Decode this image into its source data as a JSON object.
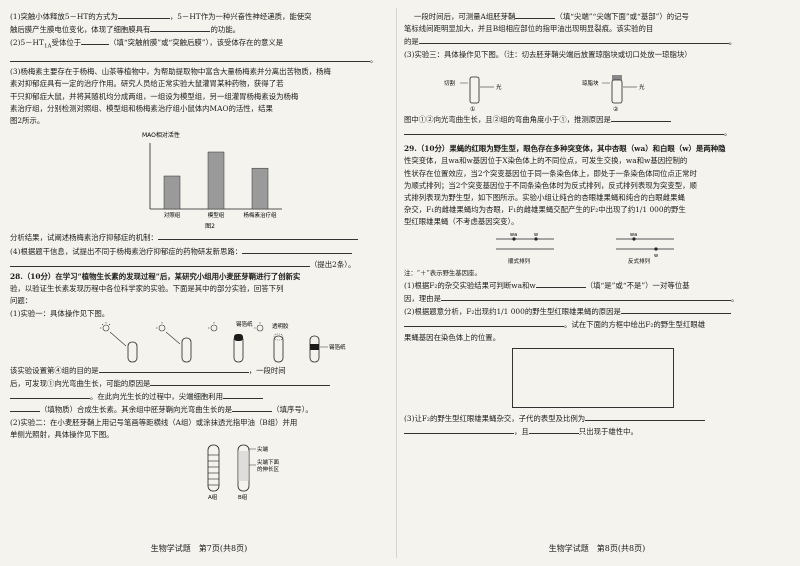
{
  "page7": {
    "q1": [
      "(1)突触小体释放5－HT的方式为",
      "，5－HT作为一种兴奋性神经递质，能使突",
      "触后膜产生膜电位变化，体现了细胞膜具有",
      "的功能。"
    ],
    "q2": [
      "(2)5－HT",
      "1A",
      "受体位于",
      "（填“突触前膜”或“突触后膜”），该受体存在的意义是",
      "。"
    ],
    "q3_lines": [
      "(3)杨梅素主要存在于杨梅、山茶等植物中，为帮助提取物中富含大量杨梅素并分离出苦物质，杨梅",
      "素对抑郁症具有一定的治疗作用。研究人员给正常实验大鼠灌胃某种药物，获得了若",
      "干只抑郁症大鼠，并将其随机均分成两组，一组设为模型组，另一组灌胃杨梅素设为杨梅",
      "素治疗组，分别检测对照组、模型组和杨梅素治疗组小鼠体内MAO的活性，结果",
      "图2所示。"
    ],
    "chart_ylabel": "MAO相对活性",
    "chart_categories": [
      "对照组",
      "模型组",
      "杨梅素治疗组"
    ],
    "chart_caption": "图2",
    "q3_analysis": "分析结果，试阐述杨梅素治疗抑郁症的机制：",
    "q4": [
      "(4)根据题干信息，试提出不同于杨梅素治疗抑郁症的药物研发新思路：",
      "（提出2条）。"
    ],
    "q28_lines": [
      "28.（10分）在学习“植物生长素的发现过程”后，某研究小组用小麦胚芽鞘进行了创新实",
      "验，以验证生长素发现历程中各位科学家的实验。下面是其中的部分实验，回答下列",
      "问题："
    ],
    "exp1_title": "(1)实验一：具体操作见下图。",
    "exp1_labels": [
      "锡箔纸",
      "透明胶",
      "锡箔纸"
    ],
    "exp1_text": [
      "该实验设置第④组的目的是",
      "，一段时间",
      "后，可发现①向光弯曲生长，可能的原因是",
      "",
      "。在此向光生长的过程中，尖端细胞利用",
      "",
      "（填物质）合成生长素。其余组中胚芽鞘向光弯曲生长的是",
      "（填序号）。"
    ],
    "exp2_lines": [
      "(2)实验二：在小麦胚芽鞘上用记号笔画等距横线（A组）或涂抹透光指甲油（B组）并用",
      "单侧光照射，具体操作见下图。"
    ],
    "exp2_labels": [
      "尖端",
      "尖端下面",
      "的伸长区",
      "A组",
      "B组"
    ],
    "footer": "生物学试题　第7页(共8页)"
  },
  "page8": {
    "top_lines": [
      "一段时间后，可测量A组胚芽鞘",
      "（填“尖端”“尖端下面”或“基部”）的记号",
      "笔标线间距明显加大，并且B组相应部位的指甲油出现明显裂痕。该实验的目",
      "的是",
      "。"
    ],
    "exp3_title": "(3)实验三：具体操作见下图。（注：切去胚芽鞘尖端后放置琼脂块或切口处放一琼脂块）",
    "exp3_labels": [
      "切割",
      "光",
      "琼脂块",
      "光",
      "①",
      "②"
    ],
    "exp3_text": [
      "图中①②向光弯曲生长，且②组的弯曲角度小于①，推测原因是",
      "。"
    ],
    "q29_lines": [
      "29.（10分）果蝇的红眼为野生型，眼色存在多种突变体，其中杏眼（wa）和白眼（w）是两种隐",
      "性突变体，且wa和w基因位于X染色体上的不同位点，可发生交换，wa和w基因控制的",
      "性状存在位置效应，当2个突变基因位于同一条染色体上，即处于一条染色体同位点正常时",
      "为顺式排列；当2个突变基因位于不同条染色体时为反式排列，反式排列表现为突变型，顺",
      "式排列表现为野生型，如下图所示。实验小组让纯合的杏眼雄果蝇和纯合的白眼雌果蝇",
      "杂交，F₁的雌雄果蝇均为杏眼，F₁的雌雄果蝇交配产生的F₂中出现了约1/1 000的野生",
      "型红眼雄果蝇（不考虑基因突变）。"
    ],
    "diagram_labels": [
      "wa",
      "w",
      "wa",
      "w",
      "顺式排列",
      "反式排列"
    ],
    "note": "注：“＋”表示野生基因座。",
    "q29_1": [
      "(1)根据F₂的杂交实验结果可判断wa和w",
      "（填“是”或“不是”）一对等位基",
      "因，理由是",
      "。"
    ],
    "q29_2": [
      "(2)根据题意分析，F₂出现约1/1 000的野生型红眼雄果蝇的原因是",
      "",
      "。试在下面的方框中绘出F₂的野生型红眼雄",
      "果蝇基因在染色体上的位置。"
    ],
    "q29_3": [
      "(3)让F₂的野生型红眼雄果蝇杂交，子代的表型及比例为",
      "",
      "，且",
      "只出现于雄性中。"
    ],
    "footer": "生物学试题　第8页(共8页)"
  },
  "chart_data": {
    "type": "bar",
    "categories": [
      "对照组",
      "模型组",
      "杨梅素治疗组"
    ],
    "values": [
      0.55,
      0.95,
      0.68
    ],
    "title": "",
    "xlabel": "",
    "ylabel": "MAO相对活性",
    "ylim": [
      0,
      1.1
    ],
    "grid": false
  }
}
